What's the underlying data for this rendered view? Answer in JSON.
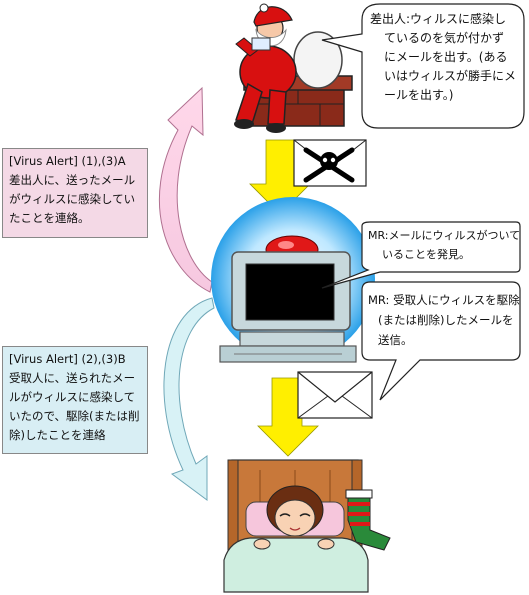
{
  "sender_bubble": {
    "lines": [
      "差出人:ウィルスに感染し",
      "ているのを気が付かず",
      "にメールを出す。(ある",
      "いはウィルスが勝手にメ",
      "ールを出す。)"
    ]
  },
  "alert_sender": {
    "lines": [
      "[Virus Alert] (1),(3)A",
      "差出人に、送ったメール",
      "がウィルスに感染してい",
      "たことを連絡。"
    ]
  },
  "mr_detect_bubble": {
    "lines": [
      "MR:メールにウィルスがついて",
      "いることを発見。"
    ]
  },
  "mr_send_bubble": {
    "lines": [
      "MR: 受取人にウィルスを駆除",
      "(または削除)したメールを",
      "送信。"
    ]
  },
  "alert_receiver": {
    "lines": [
      "[Virus Alert] (2),(3)B",
      "受取人に、送られたメー",
      "ルがウィルスに感染して",
      "いたので、駆除(または削",
      "除)したことを連絡"
    ]
  },
  "colors": {
    "arrow_yellow": "#ffef00",
    "pink_note": "#f4d9e6",
    "blue_note": "#d8eef4",
    "santa_red": "#d81010"
  }
}
